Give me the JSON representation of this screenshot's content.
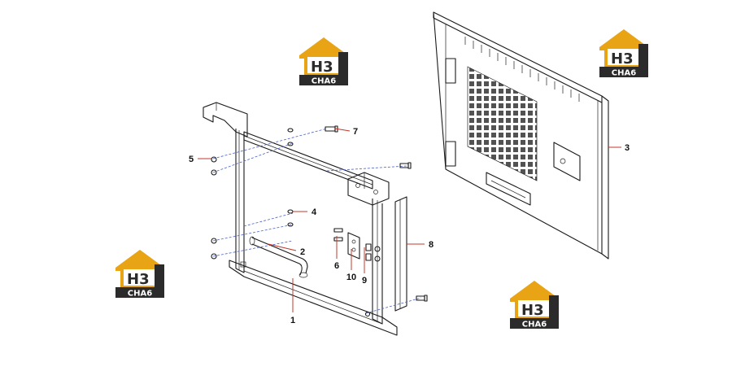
{
  "colors": {
    "logo_gold": "#e8a415",
    "logo_dark": "#2b2b2b",
    "leader": "#c0392b",
    "axis_dash": "#4a5fc8",
    "line": "#1a1a1a"
  },
  "watermark": {
    "mark": "H3",
    "caption": "CHA6"
  },
  "callouts": [
    {
      "id": "1",
      "text": "1"
    },
    {
      "id": "2",
      "text": "2"
    },
    {
      "id": "3",
      "text": "3"
    },
    {
      "id": "4",
      "text": "4"
    },
    {
      "id": "5",
      "text": "5"
    },
    {
      "id": "6",
      "text": "6"
    },
    {
      "id": "7",
      "text": "7"
    },
    {
      "id": "8",
      "text": "8"
    },
    {
      "id": "9",
      "text": "9"
    },
    {
      "id": "10",
      "text": "10"
    }
  ]
}
